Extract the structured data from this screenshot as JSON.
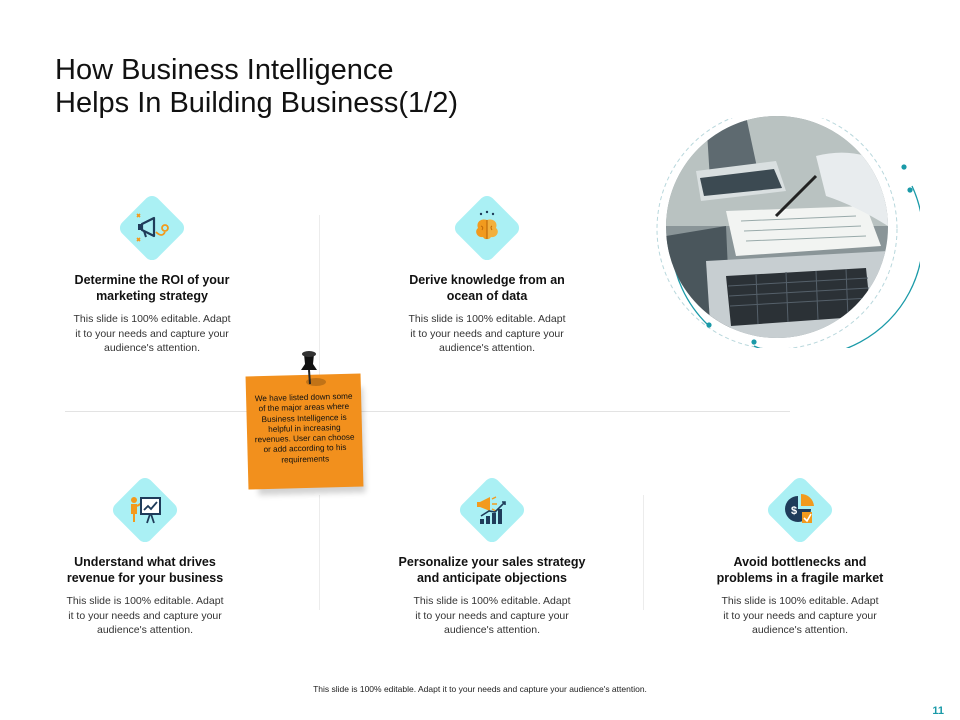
{
  "slide": {
    "title_line1": "How Business Intelligence",
    "title_line2": "Helps In Building Business(1/2)",
    "footer": "This slide is 100% editable. Adapt it to your needs and capture your audience's attention.",
    "page_number": "11",
    "colors": {
      "accent": "#1a9aa8",
      "icon_bg": "#aaf0f4",
      "note": "#f2901d",
      "icon_orange": "#f29a1d"
    }
  },
  "note": {
    "text": "We have listed down some of the major areas where Business Intelligence is helpful in increasing revenues. User can choose or add according to his requirements"
  },
  "cards": [
    {
      "icon": "megaphone-target-icon",
      "title": "Determine the ROI of your marketing strategy",
      "desc": "This slide is 100% editable. Adapt it to your needs and capture your audience's attention."
    },
    {
      "icon": "brain-icon",
      "title": "Derive knowledge from an ocean of data",
      "desc": "This slide is 100% editable. Adapt it to your needs and capture your audience's attention."
    },
    {
      "icon": "presentation-chart-icon",
      "title": "Understand what drives revenue for your business",
      "desc": "This slide is 100% editable. Adapt it to your needs and capture your audience's attention."
    },
    {
      "icon": "megaphone-bar-chart-icon",
      "title": "Personalize your sales strategy and anticipate objections",
      "desc": "This slide is 100% editable. Adapt it to your needs and capture your audience's attention."
    },
    {
      "icon": "pie-chart-dollar-icon",
      "title": "Avoid bottlenecks and problems in a fragile market",
      "desc": "This slide is 100% editable. Adapt it to your needs and capture your audience's attention."
    }
  ],
  "photo": {
    "subject": "laptop-and-notepad-photo"
  }
}
